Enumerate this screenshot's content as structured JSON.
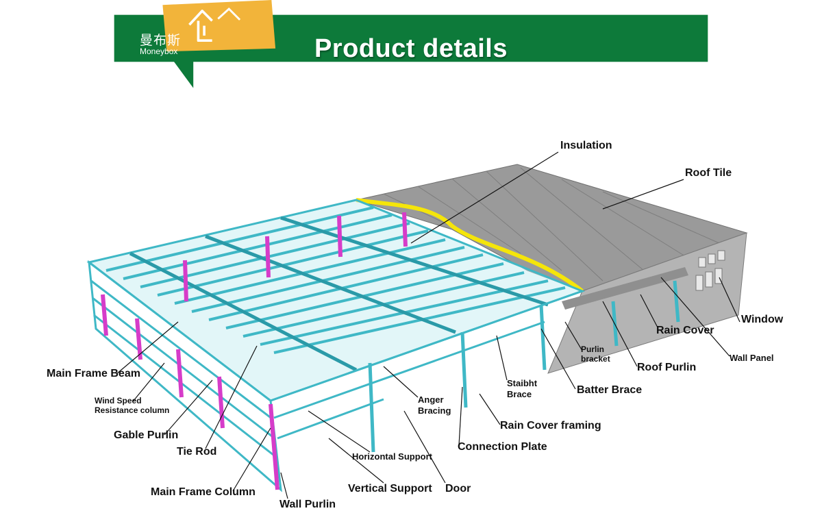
{
  "header": {
    "title": "Product details",
    "logo_text_cn": "曼布斯",
    "logo_text_en": "Moneybox",
    "banner_color": "#0d7a3a",
    "logo_bg_color": "#f2b43a"
  },
  "diagram": {
    "colors": {
      "frame": "#3fb8c6",
      "column": "#d63cc9",
      "insulation": "#f5e50a",
      "roof": "#8c8c8c"
    },
    "labels": {
      "insulation": "Insulation",
      "roof_tile": "Roof Tile",
      "window": "Window",
      "rain_cover": "Rain Cover",
      "wall_panel": "Wall Panel",
      "purlin_bracket": "Purlin\nbracket",
      "roof_purlin": "Roof Purlin",
      "batter_brace": "Batter Brace",
      "staibht_brace": "Staibht\nBrace",
      "main_frame_beam": "Main Frame Beam",
      "wind_speed_column": "Wind Speed\nResistance column",
      "anger_bracing": "Anger\nBracing",
      "gable_purlin": "Gable Purlin",
      "rain_cover_framing": "Rain Cover framing",
      "connection_plate": "Connection Plate",
      "tie_rod": "Tie Rod",
      "horizontal_support": "Horizontal Support",
      "door": "Door",
      "vertical_support": "Vertical Support",
      "main_frame_column": "Main Frame Column",
      "wall_purlin": "Wall Purlin"
    }
  }
}
